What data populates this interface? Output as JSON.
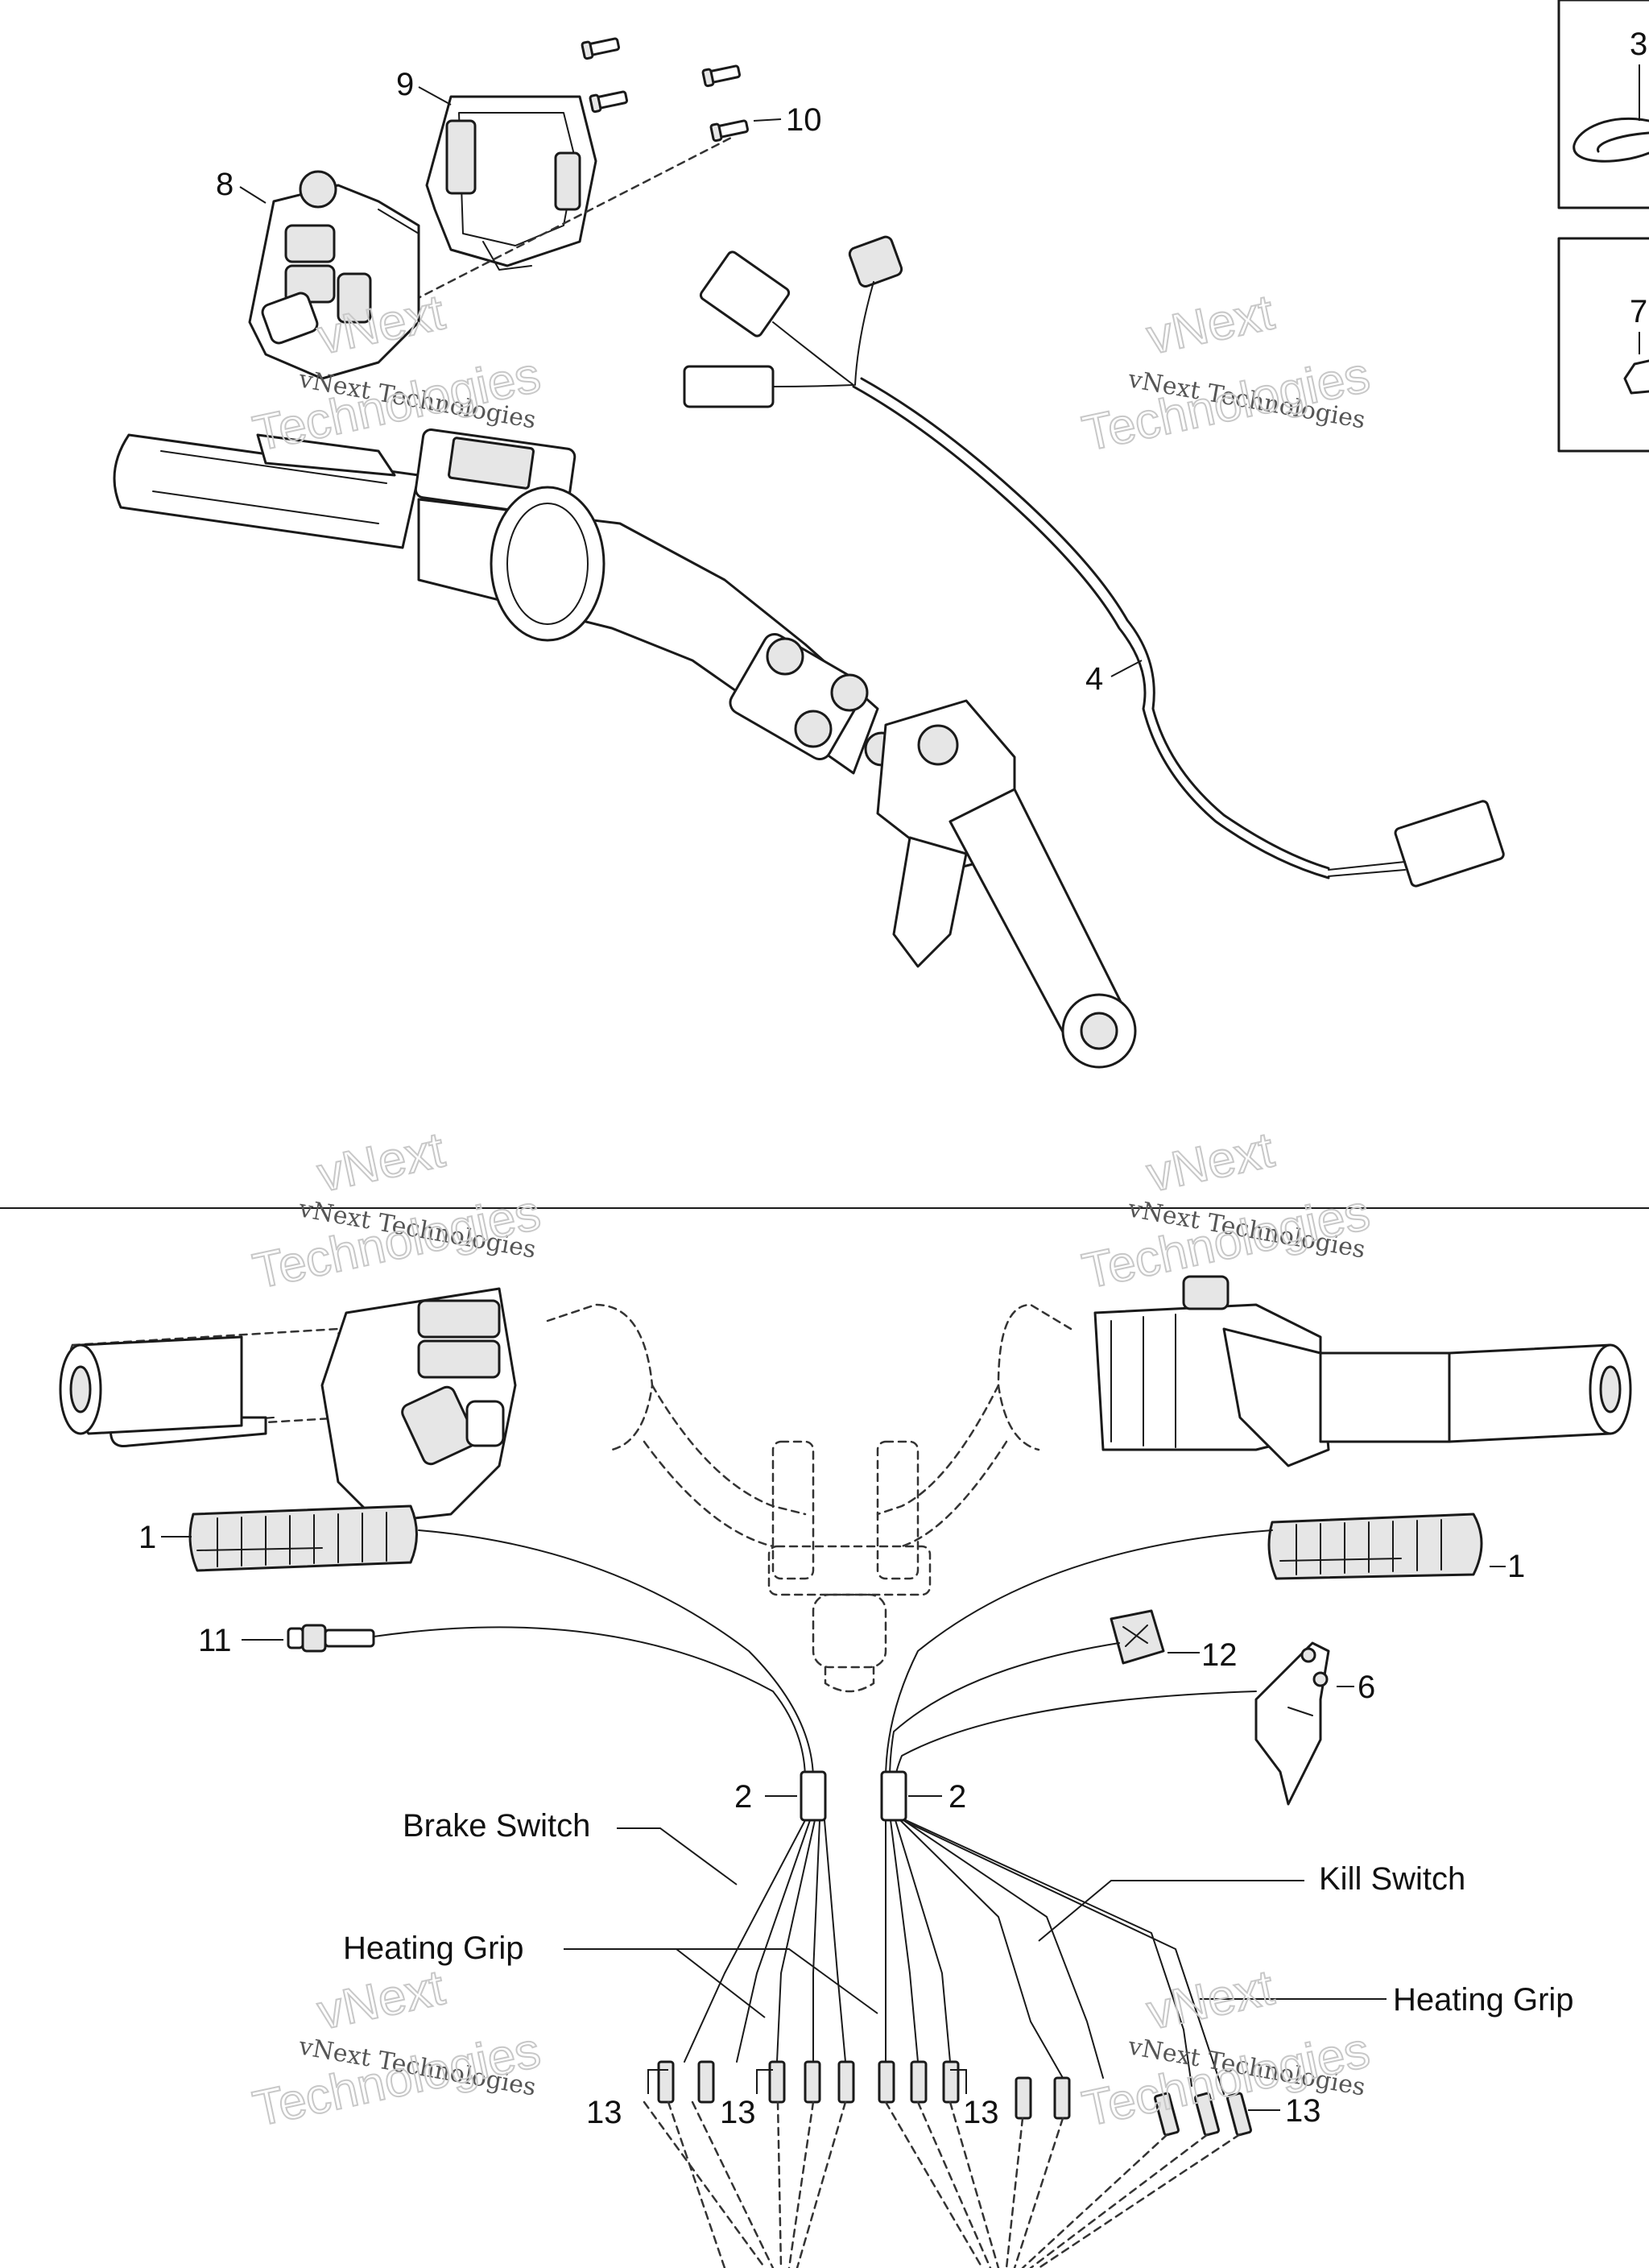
{
  "callouts": {
    "c1_left": "1",
    "c1_right": "1",
    "c2_left": "2",
    "c2_right": "2",
    "c3": "3",
    "c4": "4",
    "c6": "6",
    "c7": "7",
    "c8": "8",
    "c9": "9",
    "c10": "10",
    "c11": "11",
    "c12": "12",
    "c13_a": "13",
    "c13_b": "13",
    "c13_c": "13",
    "c13_d": "13"
  },
  "labels": {
    "brake_switch": "Brake Switch",
    "heating_grip_left": "Heating Grip",
    "kill_switch": "Kill Switch",
    "heating_grip_right": "Heating Grip"
  },
  "watermark": {
    "line1": "vNext Technologies",
    "line2": "vNext",
    "line3": "Technologies"
  },
  "colors": {
    "line": "#1a1a1a",
    "watermark_outline": "#c8c8c8",
    "watermark_text": "#555555"
  }
}
